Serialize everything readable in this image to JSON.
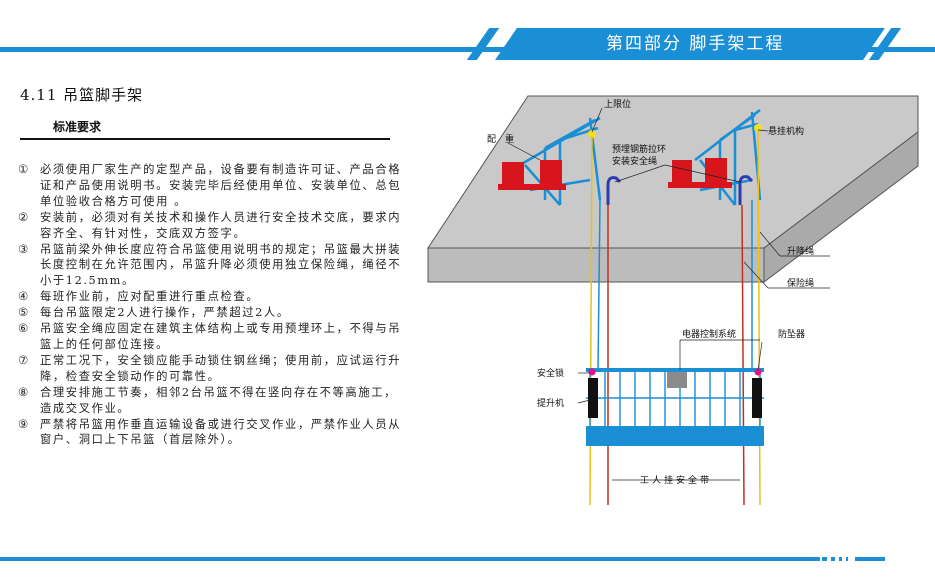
{
  "header": {
    "title": "第四部分 脚手架工程",
    "accent_color": "#1a8fd6"
  },
  "section": {
    "title": "4.11 吊篮脚手架",
    "subtitle": "标准要求"
  },
  "requirements": [
    {
      "num": "①",
      "text": "必须使用厂家生产的定型产品，设备要有制造许可证、产品合格证和产品使用说明书。安装完毕后经使用单位、安装单位、总包单位验收合格方可使用 。"
    },
    {
      "num": "②",
      "text": "安装前，必须对有关技术和操作人员进行安全技术交底，要求内容齐全、有针对性，交底双方签字。"
    },
    {
      "num": "③",
      "text": "吊篮前梁外伸长度应符合吊篮使用说明书的规定；吊篮最大拼装长度控制在允许范围内，吊篮升降必须使用独立保险绳，绳径不小于12.5mm。"
    },
    {
      "num": "④",
      "text": "每班作业前，应对配重进行重点检查。"
    },
    {
      "num": "⑤",
      "text": "每台吊篮限定2人进行操作，严禁超过2人。"
    },
    {
      "num": "⑥",
      "text": "吊篮安全绳应固定在建筑主体结构上或专用预埋环上，不得与吊篮上的任何部位连接。"
    },
    {
      "num": "⑦",
      "text": "正常工况下，安全锁应能手动锁住钢丝绳；使用前，应试运行升降，检查安全锁动作的可靠性。"
    },
    {
      "num": "⑧",
      "text": "合理安排施工节奏，相邻2台吊篮不得在竖向存在不等高施工，造成交叉作业。"
    },
    {
      "num": "⑨",
      "text": "严禁将吊篮用作垂直运输设备或进行交叉作业，严禁作业人员从窗户、洞口上下吊篮（首层除外）。"
    }
  ],
  "diagram": {
    "labels": {
      "upper_limit": "上限位",
      "counterweight": "配　重",
      "suspension": "悬挂机构",
      "embedded_ring": "预埋钢筋拉环",
      "safety_rope_install": "安装安全绳",
      "hoist_rope": "升降绳",
      "safety_rope": "保险绳",
      "control_system": "电器控制系统",
      "fall_arrester": "防坠器",
      "safety_lock": "安全锁",
      "hoist": "提升机",
      "harness": "工人挂安全带"
    },
    "colors": {
      "frame": "#1a8fd6",
      "counterweight": "#d8141c",
      "rope_yellow": "#e6c21a",
      "rope_red": "#c03020",
      "slab": "#c8c8c8"
    }
  }
}
